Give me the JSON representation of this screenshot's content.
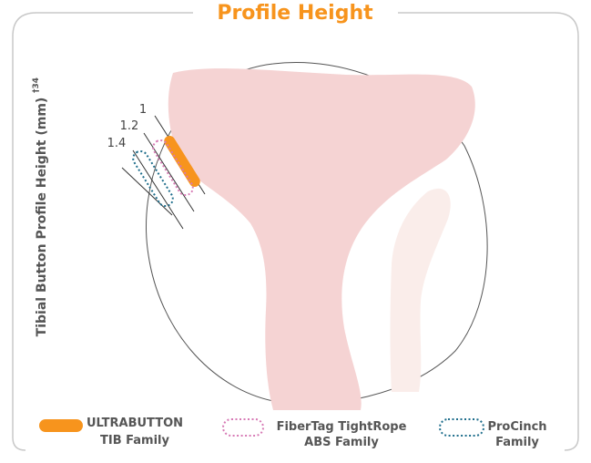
{
  "title": "Profile Height",
  "y_axis_label": "Tibial Button Profile Height (mm)",
  "y_axis_superscript": "†34",
  "sizes": [
    "1",
    "1.2",
    "1.4"
  ],
  "legend": [
    {
      "line1": "ULTRABUTTON",
      "line2": "TIB Family",
      "color": "#F7941D",
      "style": "solid"
    },
    {
      "line1": "FiberTag TightRope",
      "line2": "ABS Family",
      "color": "#D77AB5",
      "style": "dotted"
    },
    {
      "line1": "ProCinch",
      "line2": "Family",
      "color": "#1F6E8C",
      "style": "dotted"
    }
  ],
  "colors": {
    "accent": "#F7941D",
    "bone": "#F5D3D3",
    "fibula": "#FAEDEA",
    "frame": "#C8C8C8"
  }
}
